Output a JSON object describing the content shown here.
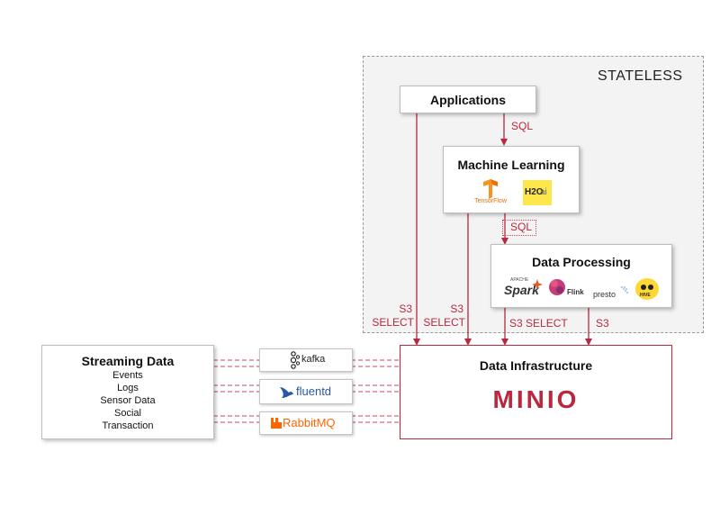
{
  "stateless_label": "STATELESS",
  "applications": {
    "title": "Applications"
  },
  "machine_learning": {
    "title": "Machine Learning",
    "logos": {
      "tensorflow": "TensorFlow",
      "h2o": "H2O",
      "h2o_ai": "ai"
    }
  },
  "data_processing": {
    "title": "Data Processing",
    "logos": {
      "spark_small": "APACHE",
      "spark": "Spark",
      "flink": "Flink",
      "presto": "presto",
      "hive": "HIVE"
    }
  },
  "data_infrastructure": {
    "title": "Data Infrastructure",
    "logo_text": "MINIO"
  },
  "streaming": {
    "title": "Streaming Data",
    "items": [
      "Events",
      "Logs",
      "Sensor Data",
      "Social",
      "Transaction"
    ]
  },
  "connectors": {
    "kafka": "kafka",
    "fluentd": "fluentd",
    "rabbitmq": "RabbitMQ"
  },
  "labels": {
    "sql_1": "SQL",
    "sql_2": "SQL",
    "s3_select_left_1": "S3",
    "s3_select_left_2": "SELECT",
    "s3_select_mid_1": "S3",
    "s3_select_mid_2": "SELECT",
    "s3_select_right": "S3 SELECT",
    "s3": "S3"
  },
  "colors": {
    "accent": "#b8283f",
    "box_border": "#bdbdbd",
    "region_bg": "#f3f3f3"
  }
}
